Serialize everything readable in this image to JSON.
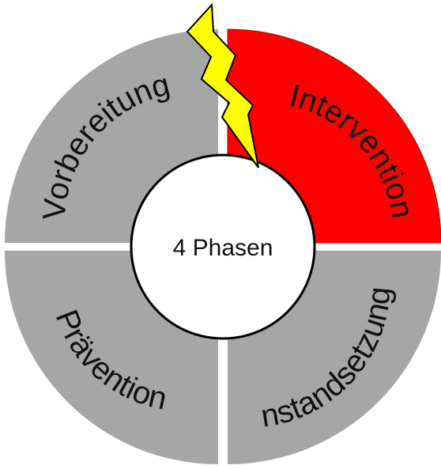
{
  "center": {
    "label": "4 Phasen"
  },
  "segments": [
    {
      "id": "intervention",
      "label": "Intervention",
      "color": "#ff0000",
      "highlighted": true
    },
    {
      "id": "instandsetzung",
      "label": "Instandsetzung",
      "color": "#a6a6a6",
      "highlighted": false
    },
    {
      "id": "praevention",
      "label": "Prävention",
      "color": "#a6a6a6",
      "highlighted": false
    },
    {
      "id": "vorbereitung",
      "label": "Vorbereitung",
      "color": "#a6a6a6",
      "highlighted": false
    }
  ],
  "lightning": {
    "icon": "lightning-bolt-icon",
    "color": "#ffff00"
  }
}
